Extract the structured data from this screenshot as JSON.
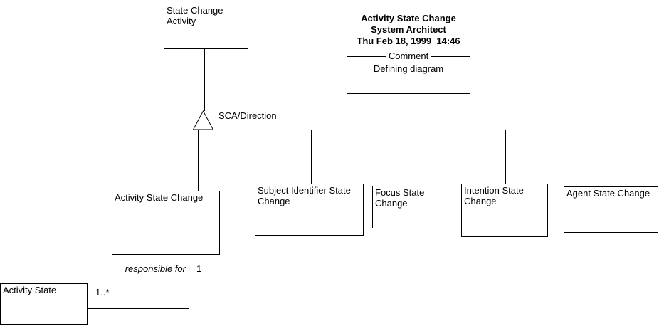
{
  "diagram": {
    "colors": {
      "background": "#ffffff",
      "line": "#000000",
      "text": "#000000"
    },
    "nodes": {
      "state_change_activity": {
        "label": "State Change Activity"
      },
      "activity_state_change": {
        "label": "Activity State Change"
      },
      "subject_identifier_state_change": {
        "label": "Subject Identifier State Change"
      },
      "focus_state_change": {
        "label": "Focus State Change"
      },
      "intention_state_change": {
        "label": "Intention State Change"
      },
      "agent_state_change": {
        "label": "Agent State Change"
      },
      "activity_state": {
        "label": "Activity State"
      }
    },
    "generalization": {
      "label": "SCA/Direction"
    },
    "association": {
      "name": "responsible for",
      "multiplicity_parent": "1",
      "multiplicity_child": "1..*"
    },
    "comment_box": {
      "title": "Activity State Change",
      "subtitle": "System Architect",
      "timestamp": "Thu Feb 18, 1999  14:46",
      "divider_label": "Comment",
      "body": "Defining diagram"
    }
  }
}
